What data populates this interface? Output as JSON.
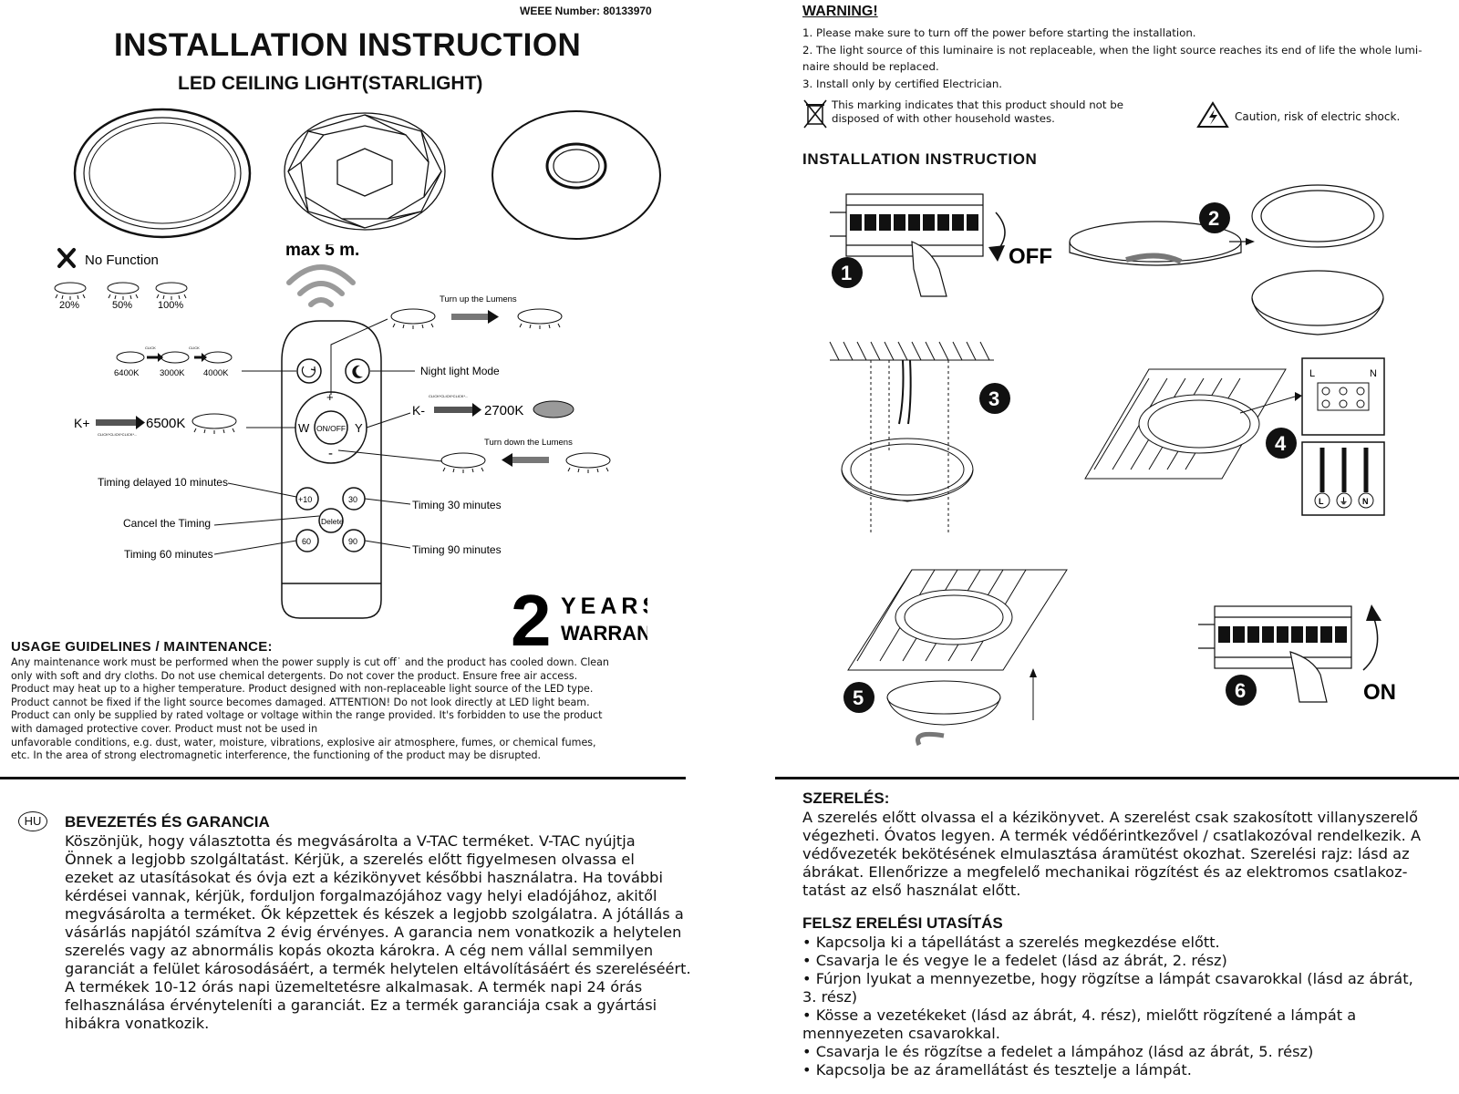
{
  "header": {
    "weee_number": "WEEE Number: 80133970",
    "title": "INSTALLATION  INSTRUCTION",
    "subtitle": "LED CEILING LIGHT(STARLIGHT)"
  },
  "remote_diagram": {
    "no_function": "No Function",
    "brightness_levels": [
      "20%",
      "50%",
      "100%"
    ],
    "color_temps": [
      "6400K",
      "3000K",
      "4000K"
    ],
    "click": "CLICK",
    "clicks": "CLICK*CLICK*CLICK*...",
    "range": "max 5 m.",
    "turn_up": "Turn up the Lumens",
    "turn_down": "Turn down the Lumens",
    "night_light": "Night light Mode",
    "k_plus": "K+",
    "k_minus": "K-",
    "temp_high": "6500K",
    "temp_low": "2700K",
    "timing_10": "Timing delayed 10 minutes",
    "cancel_timing": "Cancel the Timing",
    "timing_60": "Timing 60 minutes",
    "timing_30": "Timing 30 minutes",
    "timing_90": "Timing 90 minutes",
    "buttons": {
      "plus": "+",
      "minus": "-",
      "w": "W",
      "y": "Y",
      "onoff": "ON/OFF",
      "plus10": "+10",
      "thirty": "30",
      "delete": "Delete",
      "sixty": "60",
      "ninety": "90"
    }
  },
  "warranty": {
    "number": "2",
    "years": "YEARS",
    "warranty": "WARRANTY"
  },
  "usage": {
    "heading": "USAGE GUIDELINES / MAINTENANCE:",
    "lines": [
      "Any maintenance work must be performed when the power supply is cut off˙ and the product has cooled down. Clean",
      "only with soft and dry cloths. Do not use chemical detergents. Do not cover the product. Ensure free air access.",
      "Product may heat up to a higher temperature. Product designed with non-replaceable light source of the LED type.",
      "Product cannot be fixed if the light source becomes damaged. ATTENTION! Do not look directly at LED light beam.",
      "Product can only be supplied by rated voltage or voltage within the range provided. It's forbidden to use the product",
      "with damaged protective cover. Product must not be used in",
      "unfavorable conditions, e.g. dust, water, moisture, vibrations, explosive air atmosphere, fumes, or chemical fumes,",
      "etc. In the area of strong electromagnetic interference, the functioning of the product may be disrupted."
    ]
  },
  "warning": {
    "heading": "WARNING!",
    "lines": [
      "1. Please make sure to turn off the power before starting the installation.",
      "2. The light source of this luminaire is not replaceable, when the light source reaches its end of life the whole lumi-",
      "naire should be replaced.",
      "3. Install only by certified Electrician."
    ],
    "weee_note_1": "This marking indicates that this product should not be",
    "weee_note_2": "disposed of with other household wastes.",
    "caution": "Caution, risk of electric shock."
  },
  "installation": {
    "heading": "INSTALLATION INSTRUCTION",
    "steps": [
      "1",
      "2",
      "3",
      "4",
      "5",
      "6"
    ],
    "off": "OFF",
    "on": "ON",
    "terminal_l": "L",
    "terminal_n": "N",
    "wires": [
      "L",
      "⏚",
      "N"
    ]
  },
  "hungarian": {
    "badge": "HU",
    "intro_heading": "BEVEZETÉS ÉS GARANCIA",
    "intro_lines": [
      "Köszönjük, hogy választotta és megvásárolta a V-TAC terméket. V-TAC nyújtja",
      "Önnek a legjobb szolgáltatást. Kérjük, a szerelés előtt figyelmesen olvassa el",
      "ezeket az utasításokat és óvja ezt a kézikönyvet későbbi használatra. Ha további",
      "kérdései vannak, kérjük, forduljon forgalmazójához vagy helyi eladójához, akitől",
      "megvásárolta a terméket. Ők képzettek és készek a legjobb szolgálatra. A jótállás a",
      "vásárlás napjától számítva 2 évig érvényes. A garancia nem vonatkozik a helytelen",
      "szerelés vagy az abnormális kopás okozta károkra. A cég nem vállal semmilyen",
      "garanciát a felület károsodásáért, a termék helytelen eltávolításáért és szereléséért.",
      "A termékek 10-12 órás napi üzemeltetésre alkalmasak. A termék napi 24 órás",
      "felhasználása érvényteleníti a garanciát. Ez a termék garanciája csak a gyártási",
      "hibákra vonatkozik."
    ],
    "mounting_heading": "SZERELÉS:",
    "mounting_lines": [
      "A szerelés előtt olvassa el a kézikönyvet. A szerelést csak szakosított villanyszerelő",
      "végezheti. Óvatos legyen. A termék védőérintkezővel / csatlakozóval rendelkezik. A",
      "védővezeték bekötésének elmulasztása áramütést okozhat. Szerelési rajz: lásd az",
      "ábrákat. Ellenőrizze a megfelelő mechanikai rögzítést és az elektromos csatlakoz-",
      "tatást az első használat előtt."
    ],
    "steps_heading": "FELSZ ERELÉSI UTASÍTÁS",
    "steps": [
      "• Kapcsolja ki a tápellátást a szerelés megkezdése előtt.",
      "• Csavarja le és vegye le a fedelet (lásd az ábrát, 2. rész)",
      "• Fúrjon lyukat a mennyezetbe, hogy rögzítse a lámpát csavarokkal (lásd az ábrát,",
      "3. rész)",
      "• Kösse a vezetékeket (lásd az ábrát, 4. rész), mielőtt rögzítené a lámpát a",
      "mennyezeten csavarokkal.",
      "• Csavarja le és rögzítse a fedelet a lámpához (lásd az ábrát, 5. rész)",
      "• Kapcsolja be az áramellátást és tesztelje a lámpát."
    ]
  }
}
